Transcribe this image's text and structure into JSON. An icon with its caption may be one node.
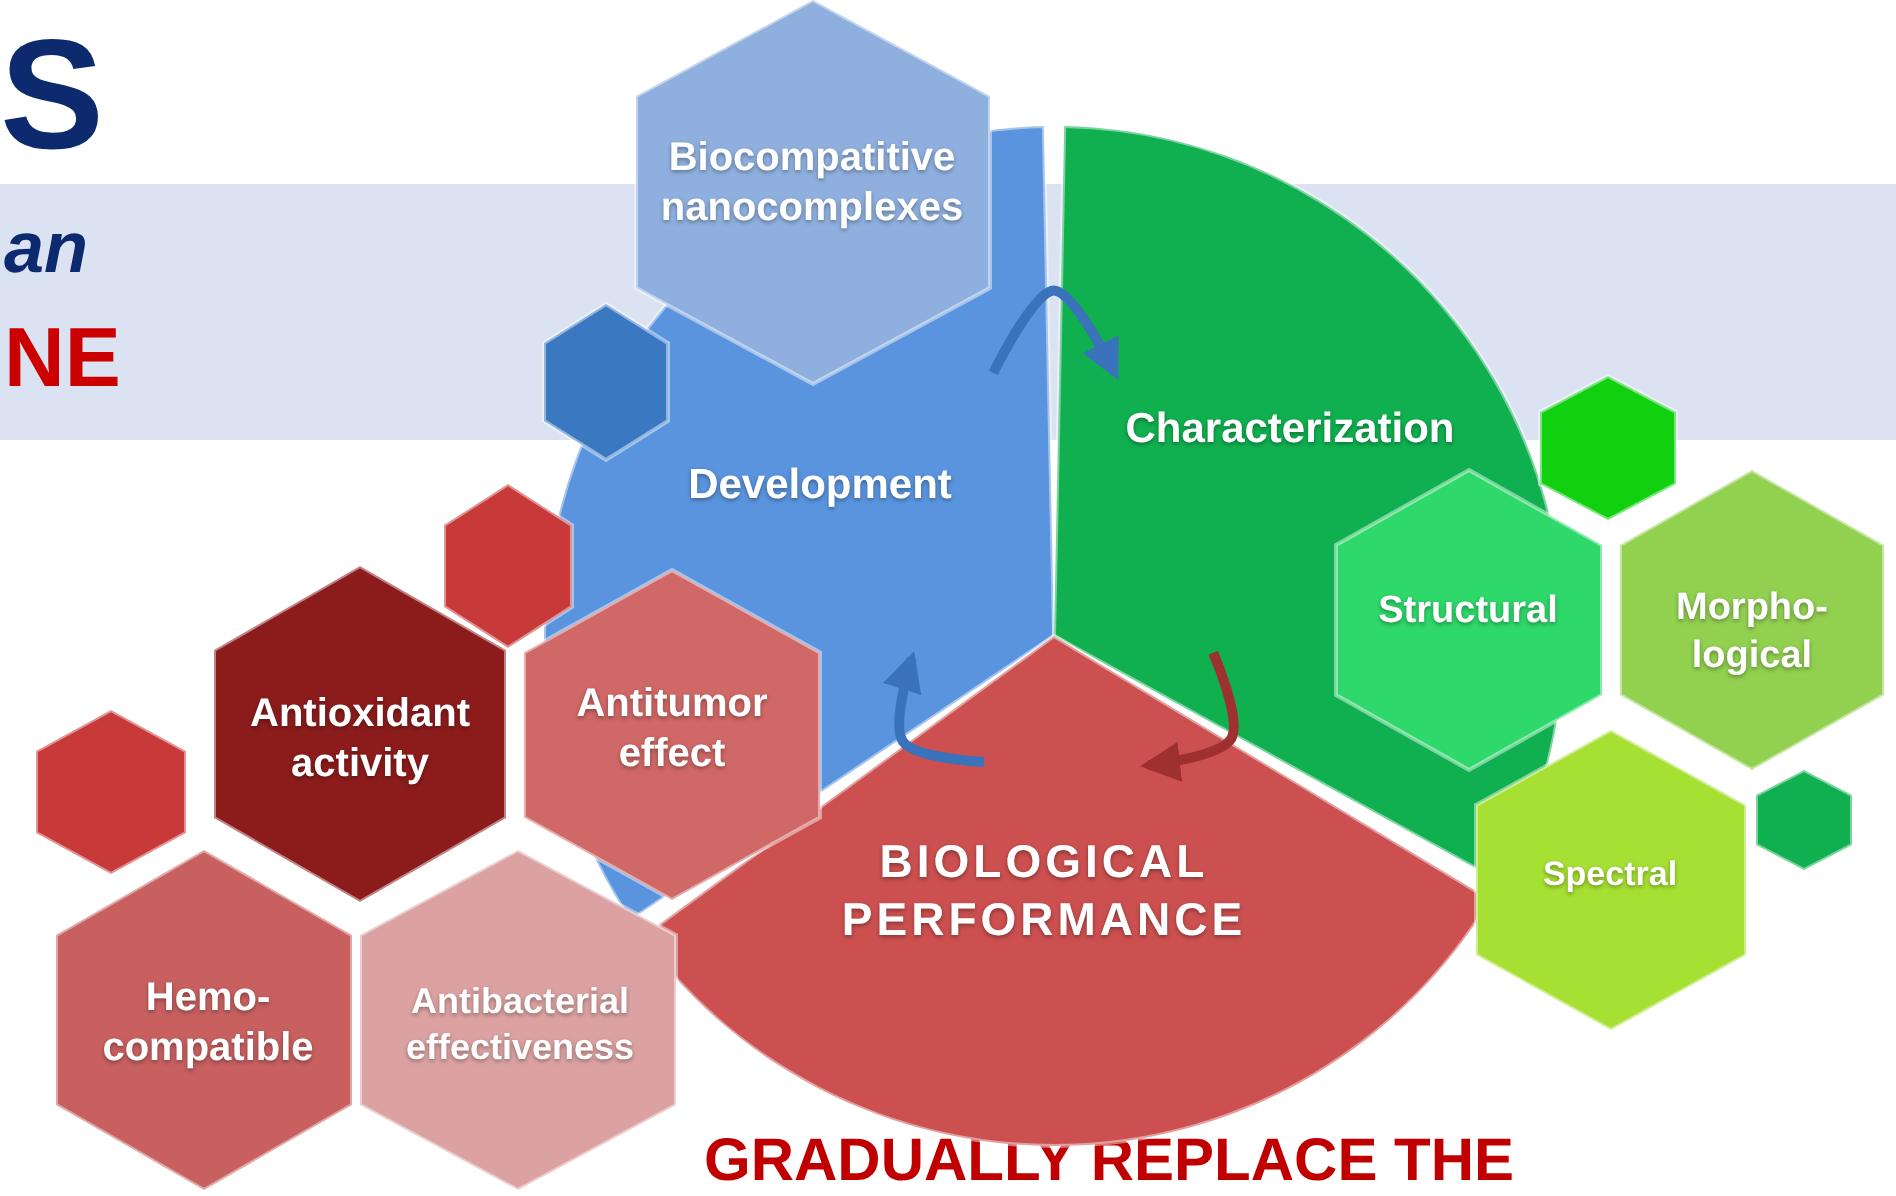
{
  "diagram": {
    "nodes": [
      {
        "text": [
          "Biocompatitive nanocomplexes"
        ]
      },
      {
        "text": [],
        "shape": "hexagon"
      },
      {
        "text": [
          "Development"
        ]
      },
      {
        "text": [
          "Characterization"
        ]
      },
      {
        "text": [],
        "shape": "hexagon"
      },
      {
        "text": [
          "Structural"
        ]
      },
      {
        "text": [
          "Morpho- logical"
        ]
      },
      {
        "text": [],
        "shape": "hexagon"
      },
      {
        "text": [
          "Antioxidant activity"
        ]
      },
      {
        "text": [
          "Antitumor effect"
        ]
      },
      {
        "text": [],
        "shape": "hexagon"
      },
      {
        "text": [
          "BIOLOGICAL PERFORMANCE"
        ]
      },
      {
        "text": [
          "Spectral"
        ]
      },
      {
        "text": [],
        "shape": "hexagon"
      },
      {
        "text": [
          "Hemo- compatible"
        ]
      },
      {
        "text": [
          "Antibacterial effectiveness"
        ]
      }
    ],
    "edges": [
      {
        "from": 2,
        "to": 3,
        "arrow": "to"
      },
      {
        "from": 3,
        "to": 11,
        "arrow": "to",
        "color": "#9e3030"
      },
      {
        "from": 11,
        "to": 2,
        "arrow": "to"
      }
    ],
    "labels": [
      "S",
      "an",
      "NE",
      "GRADUALLY REPLACE THE"
    ]
  }
}
